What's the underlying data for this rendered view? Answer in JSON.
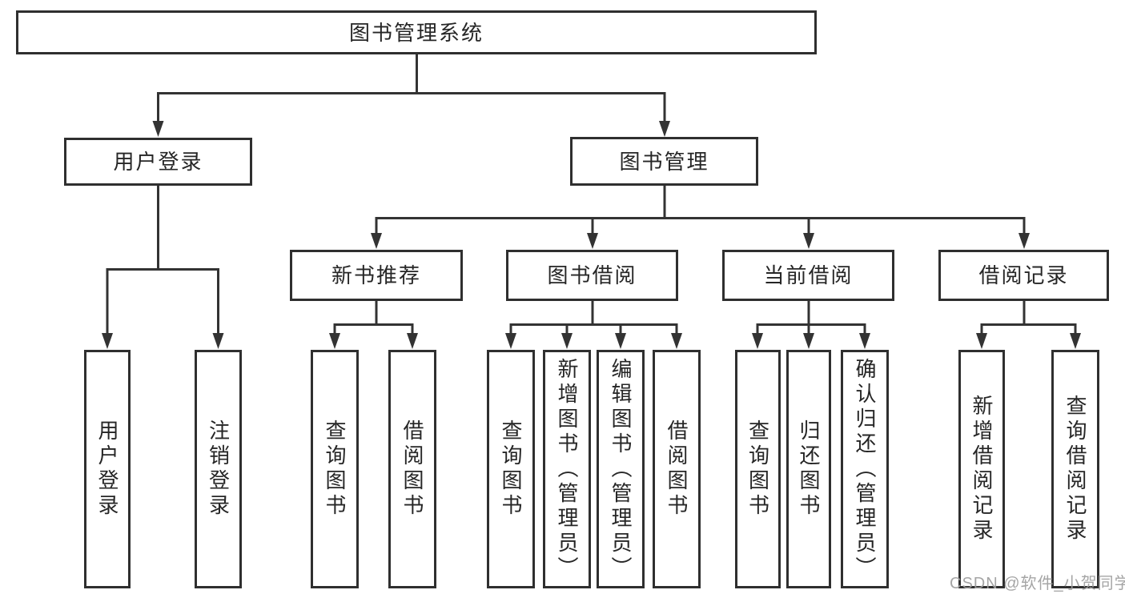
{
  "tree": {
    "root": {
      "label": "图书管理系统"
    },
    "level2": [
      {
        "label": "用户登录",
        "children": [
          {
            "label": "用户登录"
          },
          {
            "label": "注销登录"
          }
        ]
      },
      {
        "label": "图书管理",
        "children": [
          {
            "label": "新书推荐",
            "children": [
              {
                "label": "查询图书"
              },
              {
                "label": "借阅图书"
              }
            ]
          },
          {
            "label": "图书借阅",
            "children": [
              {
                "label": "查询图书"
              },
              {
                "label": "新增图书（管理员）"
              },
              {
                "label": "编辑图书（管理员）"
              },
              {
                "label": "借阅图书"
              }
            ]
          },
          {
            "label": "当前借阅",
            "children": [
              {
                "label": "查询图书"
              },
              {
                "label": "归还图书"
              },
              {
                "label": "确认归还（管理员）"
              }
            ]
          },
          {
            "label": "借阅记录",
            "children": [
              {
                "label": "新增借阅记录"
              },
              {
                "label": "查询借阅记录"
              }
            ]
          }
        ]
      }
    ]
  },
  "watermark": "CSDN @软件_小贺同学",
  "colors": {
    "line": "#333333",
    "box_border": "#2f2f2f",
    "box_background": "#ffffff",
    "text": "#262626",
    "watermark": "#9e9e9e"
  }
}
